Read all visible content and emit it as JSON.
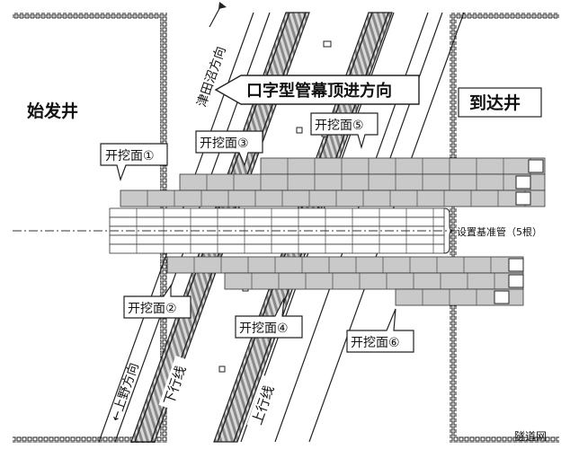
{
  "shafts": {
    "start": "始发井",
    "end": "到达井"
  },
  "direction": {
    "jacking": "口字型管幕顶进方向",
    "tsudanuma": "津田沼方向",
    "ueno": "←上野方向"
  },
  "tracks": {
    "down": "下行线",
    "up": "上行线"
  },
  "faces": [
    {
      "label": "开挖面①"
    },
    {
      "label": "开挖面②"
    },
    {
      "label": "开挖面③"
    },
    {
      "label": "开挖面④"
    },
    {
      "label": "开挖面⑤"
    },
    {
      "label": "开挖面⑥"
    }
  ],
  "reference_pipes": "设置基准管（5根）",
  "watermark": "隧道网",
  "colors": {
    "pipe_gray": "#c9c9c9",
    "line": "#222222",
    "track_fill": "#bdbdbd"
  }
}
